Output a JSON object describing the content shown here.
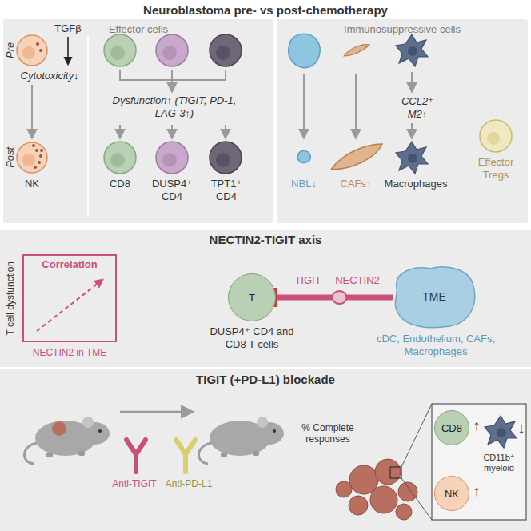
{
  "diagram": {
    "nodes": [
      {
        "text": [
          "Neuroblastoma pre- vs post-chemotherapy"
        ]
      },
      {
        "text": [
          "Effector cells"
        ],
        "in": 0
      },
      {
        "text": [
          "Immunosuppressive cells"
        ],
        "in": 0
      },
      {
        "text": [
          "NECTIN2-TIGIT axis"
        ]
      },
      {
        "text": [
          "Correlation"
        ],
        "in": 3
      },
      {
        "text": [
          "T"
        ],
        "in": 3
      },
      {
        "text": [
          "TME"
        ],
        "in": 3
      },
      {
        "text": [
          "TIGIT (+PD-L1) blockade"
        ]
      },
      {
        "text": [
          "CD8"
        ],
        "in": 7
      },
      {
        "text": [
          "NK"
        ],
        "in": 7
      }
    ],
    "edges": [
      {
        "from": 5,
        "to": 6,
        "arrow": "none"
      }
    ],
    "labels": [
      "TGFβ",
      "Cytotoxicity↓",
      "Pre",
      "Post",
      "Dysfunction↑ (TIGIT, PD-1, LAG-3↑)",
      "NK",
      "CD8",
      "DUSP4⁺ CD4",
      "TPT1⁺ CD4",
      "CCL2⁺ M2↑",
      "Effector Tregs",
      "NBL↓",
      "CAFs↑",
      "Macrophages",
      "T cell dysfunction",
      "NECTIN2 in TME",
      "TIGIT",
      "NECTIN2",
      "DUSP4⁺ CD4 and CD8 T cells",
      "cDC, Endothelium, CAFs, Macrophages",
      "Anti-TIGIT",
      "Anti-PD-L1",
      "% Complete responses",
      "↑",
      "↑",
      "↓",
      "CD11b⁺ myeloid"
    ]
  }
}
